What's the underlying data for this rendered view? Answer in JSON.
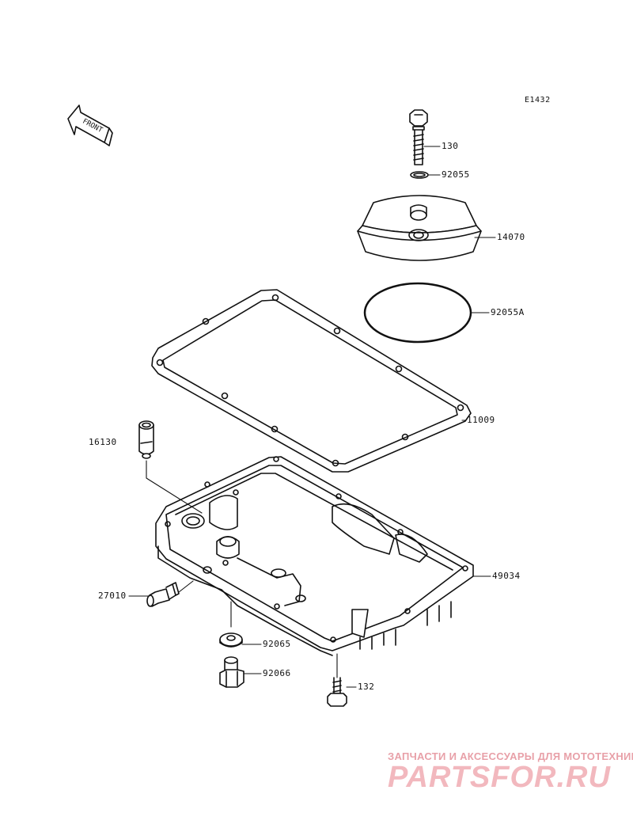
{
  "diagram_code": "E1432",
  "front_arrow_text": "FRONT",
  "parts": [
    {
      "id": "130"
    },
    {
      "id": "92055"
    },
    {
      "id": "14070"
    },
    {
      "id": "92055A"
    },
    {
      "id": "11009"
    },
    {
      "id": "16130"
    },
    {
      "id": "49034"
    },
    {
      "id": "27010"
    },
    {
      "id": "92065"
    },
    {
      "id": "92066"
    },
    {
      "id": "132"
    }
  ],
  "watermark": {
    "tagline": "ЗАПЧАСТИ И АКСЕССУАРЫ ДЛЯ МОТОТЕХНИКИ",
    "logo": "PARTSFOR.RU",
    "color": "#f2b8be"
  }
}
